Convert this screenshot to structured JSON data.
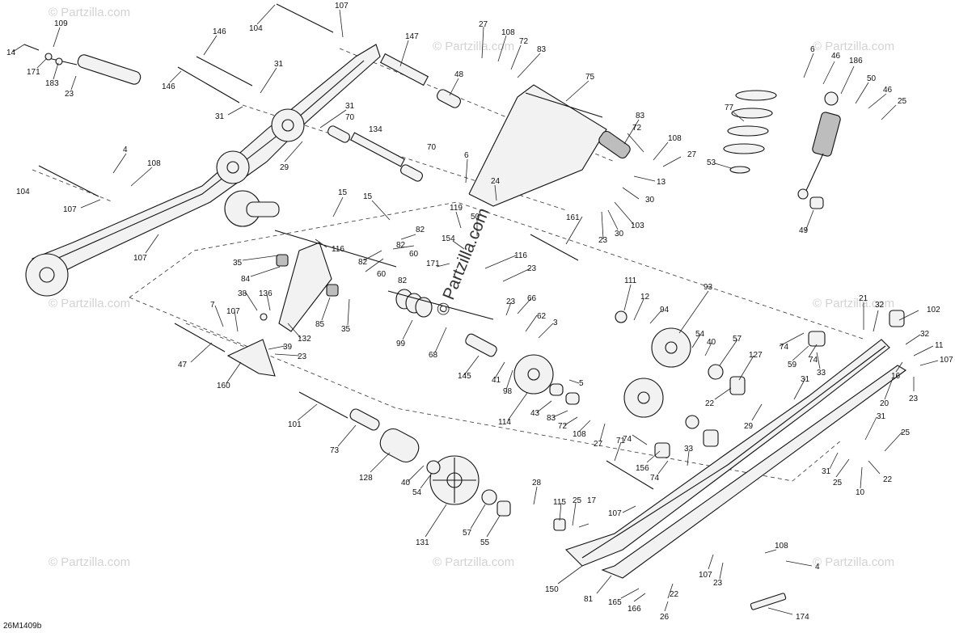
{
  "drawing": {
    "id": "26M1409b",
    "watermark_small": "© Partzilla.com",
    "watermark_large": "© Partzilla.com"
  },
  "callouts": {
    "c109": "109",
    "c14": "14",
    "c171a": "171",
    "c183": "183",
    "c23a": "23",
    "c104a": "104",
    "c107a": "107",
    "c146a": "146",
    "c146b": "146",
    "c31a": "31",
    "c31b": "31",
    "c31c": "31",
    "c29a": "29",
    "c70a": "70",
    "c70b": "70",
    "c134": "134",
    "c147": "147",
    "c48": "48",
    "c27a": "27",
    "c108a": "108",
    "c72a": "72",
    "c83a": "83",
    "c75": "75",
    "c4a": "4",
    "c108b": "108",
    "c104b": "104",
    "c107b": "107",
    "c107c": "107",
    "c6a": "6",
    "c24": "24",
    "c83b": "83",
    "c72b": "72",
    "c108c": "108",
    "c27b": "27",
    "c13": "13",
    "c30a": "30",
    "c30b": "30",
    "c103": "103",
    "c23b": "23",
    "c15a": "15",
    "c15b": "15",
    "c119": "119",
    "c50a": "50",
    "c154": "154",
    "c82a": "82",
    "c82b": "82",
    "c82c": "82",
    "c82d": "82",
    "c60a": "60",
    "c60b": "60",
    "c116a": "116",
    "c116b": "116",
    "c171b": "171",
    "c23c": "23",
    "c161": "161",
    "c35a": "35",
    "c84": "84",
    "c38": "38",
    "c136": "136",
    "c85": "85",
    "c35b": "35",
    "c7": "7",
    "c107d": "107",
    "c132": "132",
    "c39": "39",
    "c23d": "23",
    "c47": "47",
    "c160": "160",
    "c99": "99",
    "c68": "68",
    "c23e": "23",
    "c66": "66",
    "c62": "62",
    "c3": "3",
    "c145": "145",
    "c41": "41",
    "c98": "98",
    "c114": "114",
    "c5": "5",
    "c43": "43",
    "c83c": "83",
    "c72c": "72",
    "c108d": "108",
    "c27c": "27",
    "c111": "111",
    "c12": "12",
    "c94": "94",
    "c93": "93",
    "c54a": "54",
    "c40a": "40",
    "c57a": "57",
    "c127": "127",
    "c22a": "22",
    "c101": "101",
    "c73": "73",
    "c128": "128",
    "c40b": "40",
    "c54b": "54",
    "c131": "131",
    "c57b": "57",
    "c55": "55",
    "c28": "28",
    "c115": "115",
    "c25a": "25",
    "c17": "17",
    "c71": "71",
    "c74a": "74",
    "c156": "156",
    "c74b": "74",
    "c33a": "33",
    "c107e": "107",
    "c150": "150",
    "c81": "81",
    "c165": "165",
    "c166": "166",
    "c22b": "22",
    "c26": "26",
    "c107f": "107",
    "c23f": "23",
    "c108e": "108",
    "c4b": "4",
    "c174": "174",
    "c6b": "6",
    "c46a": "46",
    "c186": "186",
    "c50b": "50",
    "c46b": "46",
    "c25b": "25",
    "c77": "77",
    "c53": "53",
    "c49": "49",
    "c21": "21",
    "c32a": "32",
    "c102": "102",
    "c32b": "32",
    "c11": "11",
    "c107g": "107",
    "c74c": "74",
    "c74d": "74",
    "c59": "59",
    "c33b": "33",
    "c16": "16",
    "c20": "20",
    "c23g": "23",
    "c31d": "31",
    "c29b": "29",
    "c31e": "31",
    "c25c": "25",
    "c31f": "31",
    "c25d": "25",
    "c10": "10",
    "c22c": "22"
  }
}
